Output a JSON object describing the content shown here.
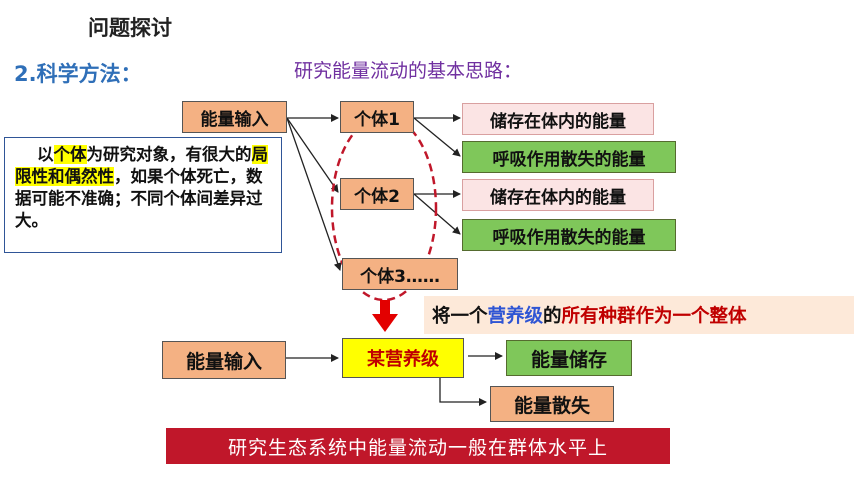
{
  "header": {
    "title": "问题探讨",
    "method_label": "2.科学方法：",
    "subtitle": "研究能量流动的基本思路："
  },
  "top_diagram": {
    "input_label": "能量输入",
    "individuals": [
      "个体1",
      "个体2",
      "个体3……"
    ],
    "store_label": "储存在体内的能量",
    "respire_label": "呼吸作用散失的能量"
  },
  "note": {
    "p1": "以",
    "h1": "个体",
    "p2": "为研究对象，有很大的",
    "h2": "局限性和偶然性",
    "p3": "，如果个体死亡，数据可能不准确；不同个体间差异过大。"
  },
  "callout": {
    "p1": "将一个",
    "k1": "营养级",
    "p2": "的",
    "k2": "所有种群作为一个整体"
  },
  "bottom_diagram": {
    "input_label": "能量输入",
    "level_label": "某营养级",
    "store_label": "能量储存",
    "loss_label": "能量散失"
  },
  "banner": "研究生态系统中能量流动一般在群体水平上",
  "colors": {
    "orange_box": "#f4b183",
    "green_box": "#7fc75a",
    "pink_box": "#fbe4e4",
    "banner_red": "#c0172a",
    "highlight_yellow": "#ffff00",
    "dashed_ellipse": "#c0172a"
  }
}
